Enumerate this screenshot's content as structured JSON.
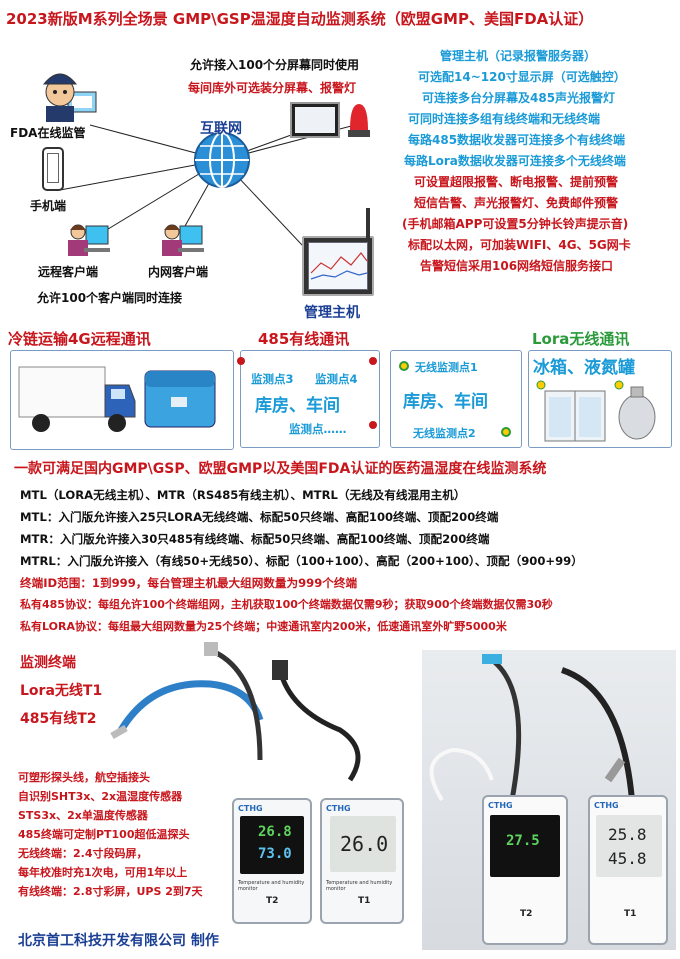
{
  "title": "2023新版M系列全场景 GMP\\GSP温湿度自动监测系统（欧盟GMP、美国FDA认证）",
  "top": {
    "screens_note": "允许接入100个分屏幕同时使用",
    "alarm_note": "每间库外可选装分屏幕、报警灯",
    "internet": "互联网",
    "fda": "FDA在线监管",
    "phone": "手机端",
    "remote_client": "远程客户端",
    "local_client": "内网客户端",
    "clients_note": "允许100个客户端同时连接",
    "host": "管理主机"
  },
  "host_features": [
    "管理主机（记录报警服务器）",
    "可选配14~120寸显示屏（可选触控）",
    "可连接多台分屏幕及485声光报警灯",
    "可同时连接多组有线终端和无线终端",
    "每路485数据收发器可连接多个有线终端",
    "每路Lora数据收发器可连接多个无线终端",
    "可设置超限报警、断电报警、提前预警",
    "短信告警、声光报警灯、免费邮件预警",
    "(手机邮箱APP可设置5分钟长铃声提示音)",
    "标配以太网，可加装WIFI、4G、5G网卡",
    "告警短信采用106网络短信服务接口"
  ],
  "sections": {
    "cold_chain": "冷链运输4G远程通讯",
    "wired": "485有线通讯",
    "lora": "Lora无线通讯",
    "point3": "监测点3",
    "point4": "监测点4",
    "warehouse1": "库房、车间",
    "point_more": "监测点……",
    "wpoint1": "无线监测点1",
    "warehouse2": "库房、车间",
    "wpoint2": "无线监测点2",
    "fridge": "冰箱、液氮罐"
  },
  "system_title": "一款可满足国内GMP\\GSP、欧盟GMP以及美国FDA认证的医药温湿度在线监测系统",
  "spec_lines": [
    "MTL（LORA无线主机）、MTR（RS485有线主机）、MTRL（无线及有线混用主机）",
    "MTL：入门版允许接入25只LORA无线终端、标配50只终端、高配100终端、顶配200终端",
    "MTR：入门版允许接入30只485有线终端、标配50只终端、高配100终端、顶配200终端",
    "MTRL：入门版允许接入（有线50+无线50）、标配（100+100）、高配（200+100）、顶配（900+99）"
  ],
  "red_lines": [
    "终端ID范围：1到999，每台管理主机最大组网数量为999个终端",
    "私有485协议：每组允许100个终端组网，主机获取100个终端数据仅需9秒；获取900个终端数据仅需30秒",
    "私有LORA协议：每组最大组网数量为25个终端；中速通讯室内200米，低速通讯室外旷野5000米"
  ],
  "terminals": {
    "heading": "监测终端",
    "t1": "Lora无线T1",
    "t2": "485有线T2"
  },
  "features": [
    "可塑形探头线，航空插接头",
    "自识别SHT3x、2x温湿度传感器",
    "STS3x、2x单温度传感器",
    "485终端可定制PT100超低温探头",
    "无线终端：2.4寸段码屏，",
    "每年校准时充1次电，可用1年以上",
    "有线终端：2.8寸彩屏，UPS 2到7天"
  ],
  "devices": {
    "brand": "CTHG",
    "sub": "Temperature and humidity monitor",
    "label_t2": "T2",
    "label_t1": "T1",
    "t2_temp": "26.8",
    "t2_hum": "73.0",
    "t1_temp": "26.0",
    "p2_t2_temp": "27.5",
    "p2_t1_temp": "25.8",
    "p2_t1_hum": "45.8"
  },
  "company": "北京首工科技开发有限公司 制作"
}
